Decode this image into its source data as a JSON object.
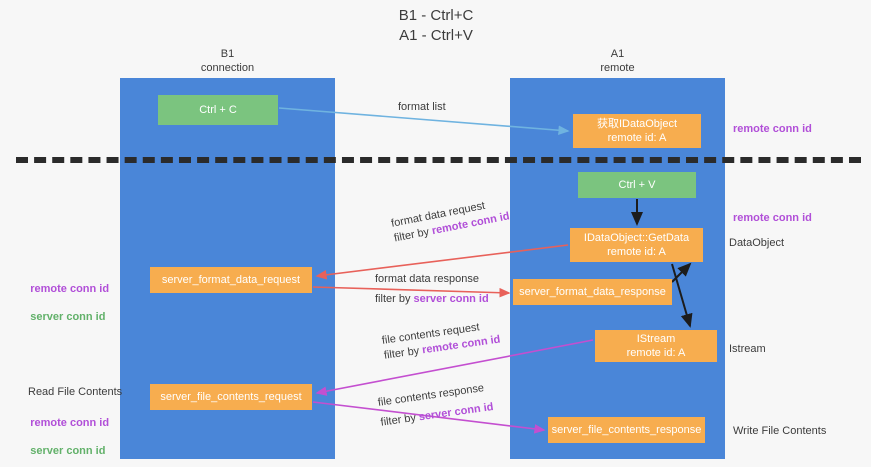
{
  "title": "B1 - Ctrl+C\nA1 - Ctrl+V",
  "lanes": [
    {
      "id": "b1",
      "header": "B1\nconnection"
    },
    {
      "id": "a1",
      "header": "A1\nremote"
    }
  ],
  "nodes": [
    {
      "id": "ctrl-c",
      "label": "Ctrl + C",
      "color": "#7bc47f"
    },
    {
      "id": "idataobject",
      "label": "获取IDataObject\nremote id: A",
      "color": "#f7ad4f"
    },
    {
      "id": "ctrl-v",
      "label": "Ctrl + V",
      "color": "#7bc47f"
    },
    {
      "id": "idataobject-getdata",
      "label": "IDataObject::GetData\nremote id: A",
      "color": "#f7ad4f"
    },
    {
      "id": "server-format-data-request",
      "label": "server_format_data_request",
      "color": "#f7ad4f"
    },
    {
      "id": "server-format-data-response",
      "label": "server_format_data_response",
      "color": "#f7ad4f"
    },
    {
      "id": "istream",
      "label": "IStream\nremote id: A",
      "color": "#f7ad4f"
    },
    {
      "id": "server-file-contents-request",
      "label": "server_file_contents_request",
      "color": "#f7ad4f"
    },
    {
      "id": "server-file-contents-response",
      "label": "server_file_contents_response",
      "color": "#f7ad4f"
    }
  ],
  "edges": [
    {
      "id": "format-list",
      "line1": "format list",
      "line2": "",
      "highlight": "",
      "color": "#6fb3e0"
    },
    {
      "id": "format-data-request",
      "line1": "format data request",
      "line2_prefix": "filter by ",
      "highlight": "remote conn id",
      "color": "#e8615a"
    },
    {
      "id": "format-data-response",
      "line1": "format data response",
      "line2_prefix": "filter by ",
      "highlight": "server conn id",
      "color": "#e8615a"
    },
    {
      "id": "file-contents-request",
      "line1": "file contents request",
      "line2_prefix": "filter by ",
      "highlight": "remote conn id",
      "color": "#c44fd0"
    },
    {
      "id": "file-contents-response",
      "line1": "file contents response",
      "line2_prefix": "filter by ",
      "highlight": "server conn id",
      "color": "#c44fd0"
    }
  ],
  "notes": {
    "right": [
      {
        "id": "remote-conn-id-top",
        "text": "remote conn id",
        "style": "purple"
      },
      {
        "id": "remote-conn-id-mid",
        "text": "remote conn id",
        "style": "purple"
      },
      {
        "id": "dataobject",
        "text": "DataObject",
        "style": "plain"
      },
      {
        "id": "istream-label",
        "text": "Istream",
        "style": "plain"
      },
      {
        "id": "write-file-contents",
        "text": "Write File Contents",
        "style": "plain"
      }
    ],
    "left": [
      {
        "id": "conn-ids-mid",
        "line1": "remote conn id",
        "line2": "server conn id"
      },
      {
        "id": "read-file-contents",
        "text": "Read File Contents"
      },
      {
        "id": "conn-ids-bottom",
        "line1": "remote conn id",
        "line2": "server conn id"
      }
    ]
  },
  "colors": {
    "lane": "#4a86d8",
    "green_node": "#7bc47f",
    "orange_node": "#f7ad4f",
    "purple_text": "#b14fd8",
    "green_text": "#62b16a",
    "divider": "#2b2b2b",
    "background": "#f7f7f7"
  }
}
